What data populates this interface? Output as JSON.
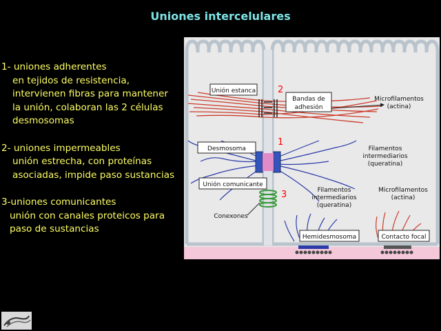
{
  "title": "Uniones intercelulares",
  "text": {
    "item1": {
      "heading": "1- uniones adherentes",
      "lines": [
        "en tejidos de resistencia,",
        "intervienen fibras para mantener",
        "la unión, colaboran las 2 células",
        "desmosomas"
      ]
    },
    "item2": {
      "heading": "2- uniones impermeables",
      "lines": [
        "unión estrecha, con proteínas",
        "asociadas, impide paso sustancias"
      ]
    },
    "item3": {
      "heading": "3-uniones comunicantes",
      "lines": [
        "unión con canales proteicos para",
        "paso de sustancias"
      ]
    }
  },
  "diagram": {
    "labels": {
      "union_estanca": "Unión estanca",
      "bandas": [
        "Bandas de",
        "adhesión"
      ],
      "microfilamentos_top": [
        "Microfilamentos",
        "(actina)"
      ],
      "desmosoma": "Desmosoma",
      "filamentos_mid": [
        "Filamentos",
        "intermediarios",
        "(queratina)"
      ],
      "union_comunicante": "Unión comunicante",
      "filamentos_low": [
        "Filamentos",
        "intermediarios",
        "(queratina)"
      ],
      "microfilamentos_low": [
        "Microfilamentos",
        "(actina)"
      ],
      "conexones": "Conexones",
      "hemidesmosoma": "Hemidesmosoma",
      "contacto_focal": "Contacto focal"
    },
    "numbers": {
      "n1": "1",
      "n2": "2",
      "n3": "3"
    },
    "colors": {
      "background": "#e9e9e9",
      "membrane": "#b9c3cc",
      "actin": "#cc3b2a",
      "keratin": "#2a3aa8",
      "gap_junction": "#3a9a3a",
      "desmosome_plaque": "#3355bb",
      "desmosome_core": "#e08ac8",
      "basal_lamina": "#f4c8d8",
      "number_red": "#ff0000"
    }
  }
}
